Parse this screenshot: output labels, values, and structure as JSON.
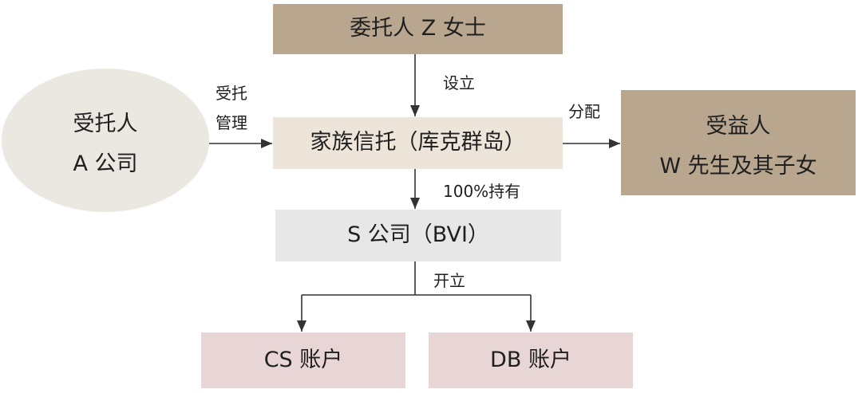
{
  "nodes": {
    "settlor": {
      "label": "委托人 Z 女士"
    },
    "trustee": {
      "line1": "受托人",
      "line2": "A 公司"
    },
    "trust": {
      "label": "家族信托（库克群岛）"
    },
    "beneficiary": {
      "line1": "受益人",
      "line2": "W 先生及其子女"
    },
    "company": {
      "label": "S 公司（BVI）"
    },
    "account_cs": {
      "label": "CS 账户"
    },
    "account_db": {
      "label": "DB 账户"
    }
  },
  "edges": {
    "establish": "设立",
    "trustee_mgmt": {
      "line1": "受托",
      "line2": "管理"
    },
    "distribute": "分配",
    "hold": "100%持有",
    "open": "开立"
  },
  "colors": {
    "settlor": "#b8a68f",
    "trustee": "#ebe7e1",
    "trust": "#ede5da",
    "beneficiary": "#b8a68f",
    "company": "#e7e7e7",
    "account": "#e8d6d6"
  }
}
